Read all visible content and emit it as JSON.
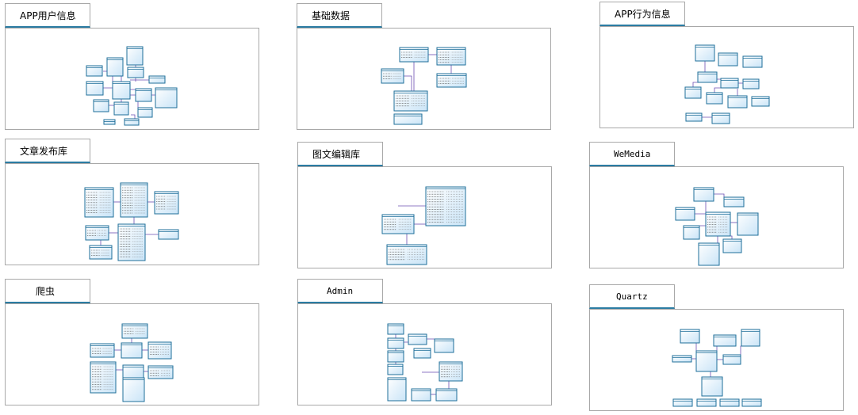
{
  "colors": {
    "entity_border": "#1f6f9a",
    "entity_fill_top": "#ffffff",
    "entity_fill_bottom": "#c9e4f7",
    "connector": "#6b4fb3",
    "tab_underline": "#2b7ca3",
    "panel_border": "#a8a8a8"
  },
  "diagrams": [
    {
      "title": "APP用户信息"
    },
    {
      "title": "基础数据"
    },
    {
      "title": "APP行为信息"
    },
    {
      "title": "文章发布库"
    },
    {
      "title": "图文编辑库"
    },
    {
      "title": "WeMedia"
    },
    {
      "title": "爬虫"
    },
    {
      "title": "Admin"
    },
    {
      "title": "Quartz"
    }
  ]
}
